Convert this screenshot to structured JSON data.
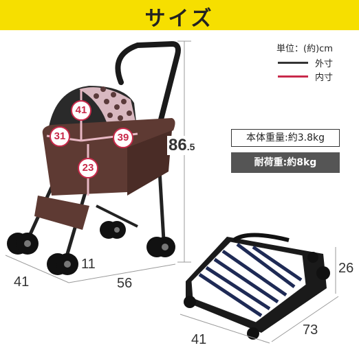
{
  "banner": {
    "title": "サイズ",
    "bg_color": "#f6df00"
  },
  "legend": {
    "unit": "単位：(約)cm",
    "outer": {
      "label": "外寸",
      "color": "#333333"
    },
    "inner": {
      "label": "内寸",
      "color": "#c8294a"
    }
  },
  "specs": {
    "weight": "本体重量:約3.8kg",
    "load": "耐荷重:約8kg"
  },
  "stroller_open": {
    "height_main": "86",
    "height_decimal": ".5",
    "width": "41",
    "depth": "56",
    "wheel_height": "11",
    "inner_height": "41",
    "inner_width": "31",
    "inner_depth": "39",
    "inner_bottom": "23"
  },
  "stroller_folded": {
    "height": "26",
    "length": "73",
    "width": "41"
  }
}
